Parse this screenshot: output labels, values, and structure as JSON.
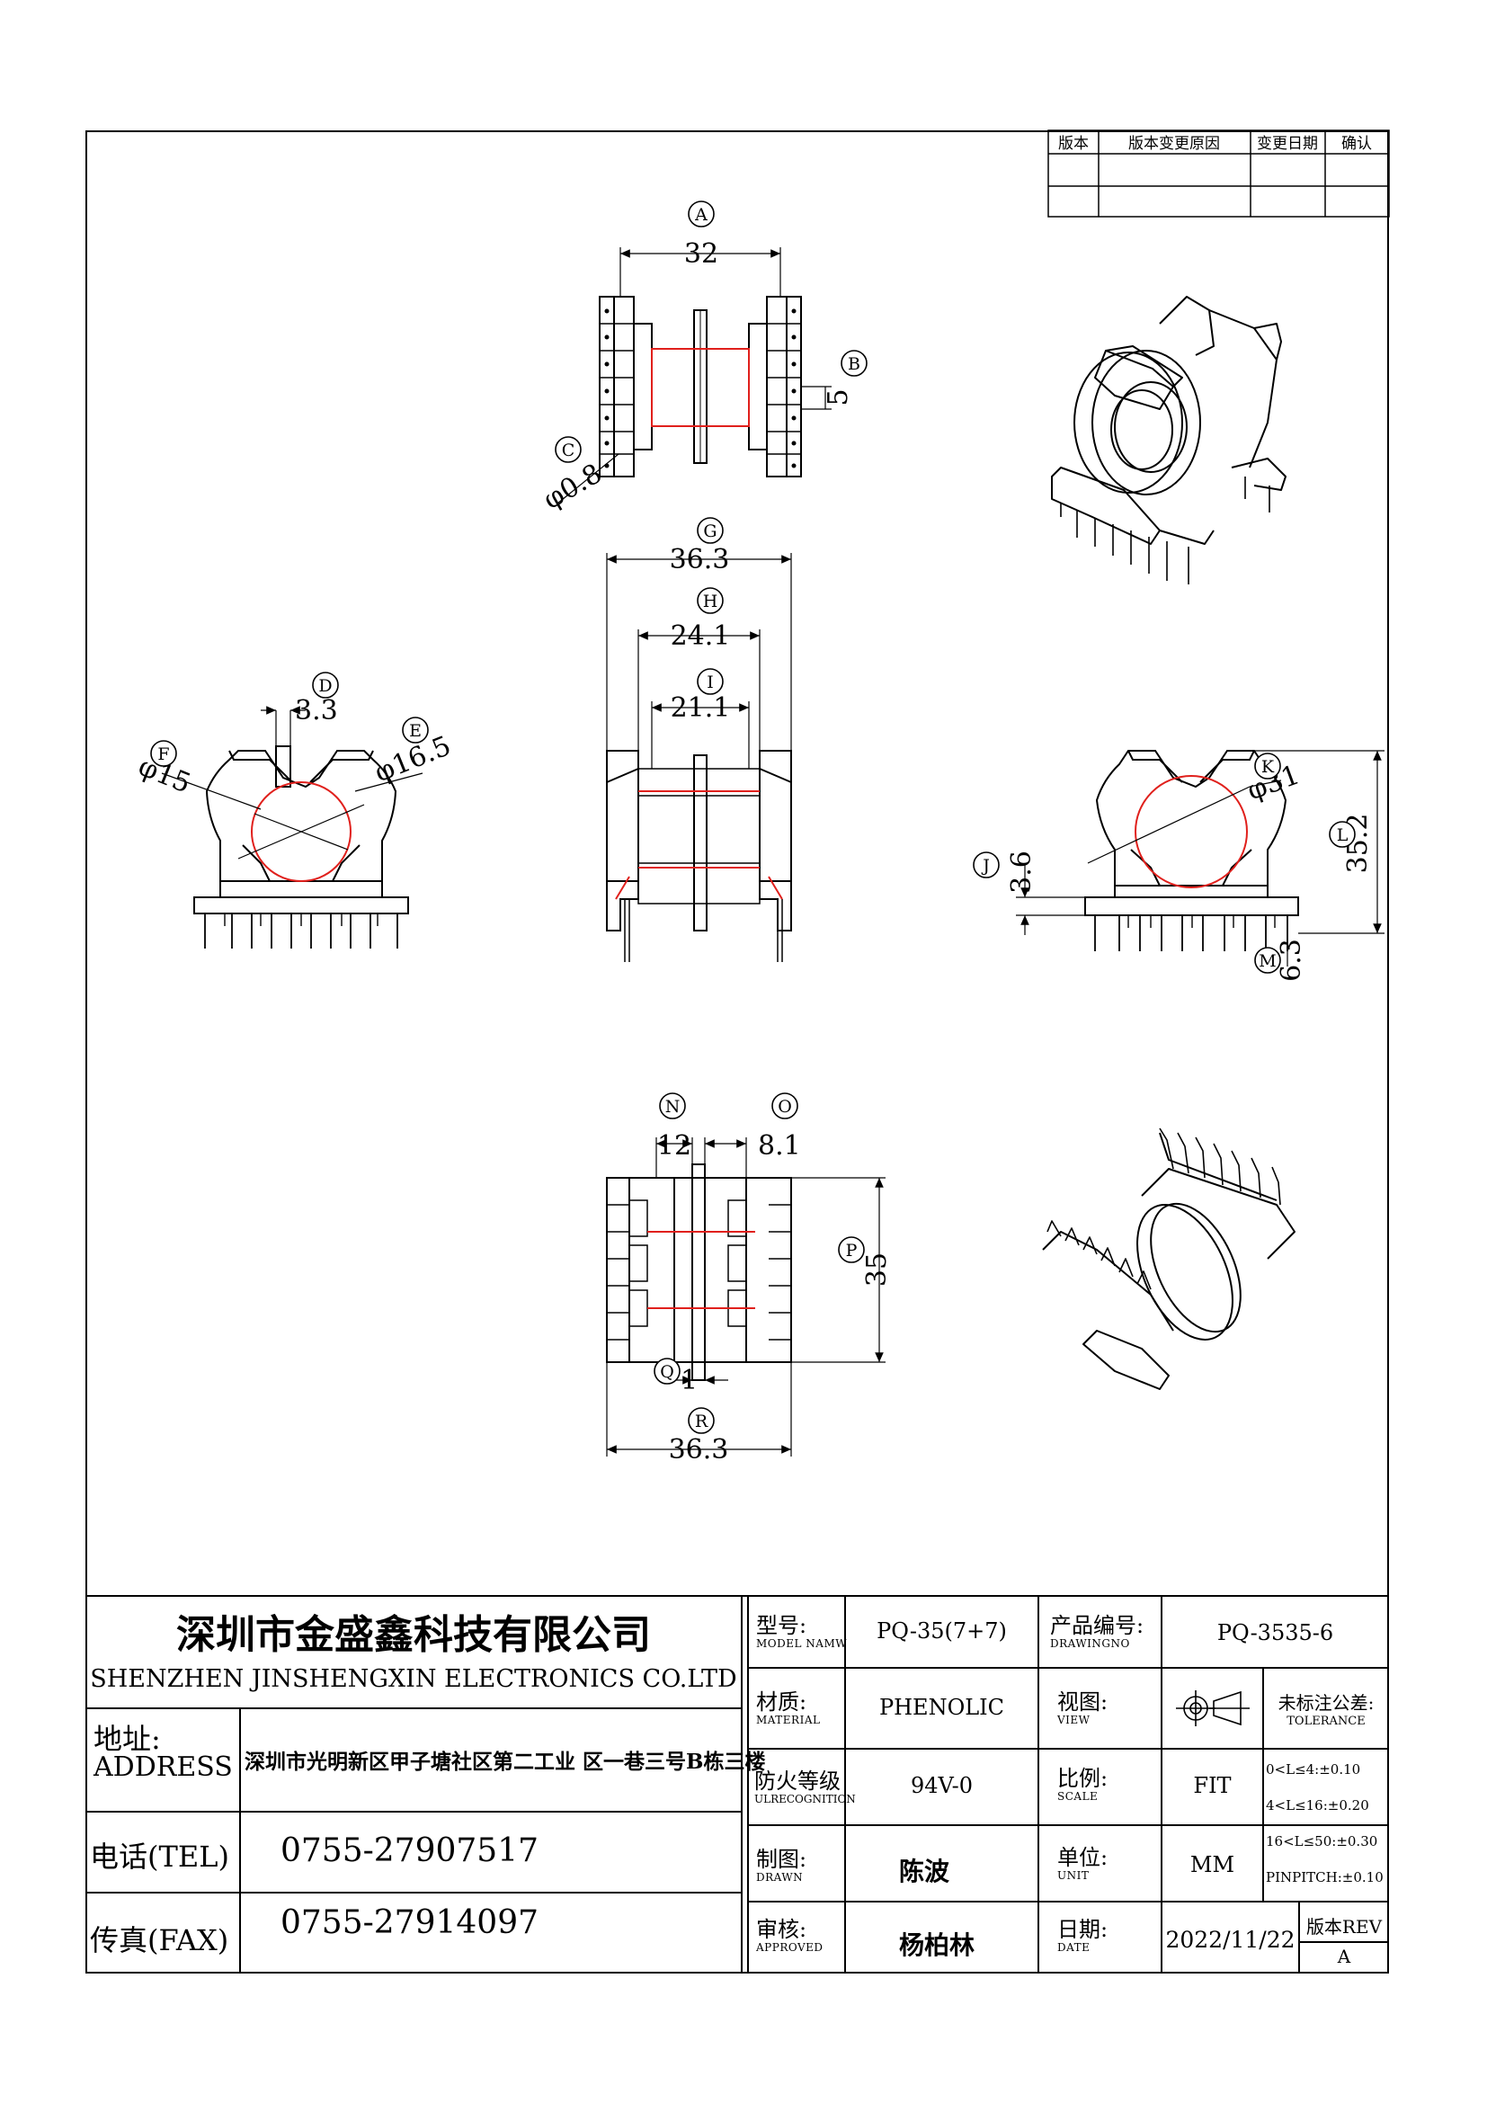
{
  "revision_table": {
    "headers": [
      "版本",
      "版本变更原因",
      "变更日期",
      "确认"
    ],
    "rows": [
      [
        "",
        "",
        "",
        ""
      ],
      [
        "",
        "",
        "",
        ""
      ]
    ]
  },
  "views": {
    "top": {
      "dims": {
        "A_value": "32",
        "B_value": "5",
        "C_value": "φ0.8"
      }
    },
    "side": {
      "dims": {
        "G_value": "36.3",
        "H_value": "24.1",
        "I_value": "21.1"
      }
    },
    "front_left": {
      "dims": {
        "D_value": "3.3",
        "E_value": "φ16.5",
        "F_value": "φ15"
      }
    },
    "front_right": {
      "dims": {
        "K_value": "φ31",
        "L_value": "35.2",
        "J_value": "3.6",
        "M_value": "6.3"
      }
    },
    "bottom": {
      "dims": {
        "N_value": "12",
        "O_value": "8.1",
        "P_value": "35",
        "Q_value": "1",
        "R_value": "36.3"
      }
    }
  },
  "bubbles": [
    "A",
    "B",
    "C",
    "D",
    "E",
    "F",
    "G",
    "H",
    "I",
    "J",
    "K",
    "L",
    "M",
    "N",
    "O",
    "P",
    "Q",
    "R"
  ],
  "title_block": {
    "company_cn": "深圳市金盛鑫科技有限公司",
    "company_en": "SHENZHEN JINSHENGXIN ELECTRONICS CO.LTD",
    "address_label_cn": "地址:",
    "address_label_en": "ADDRESS",
    "address_value": "深圳市光明新区甲子塘社区第二工业 区一巷三号B栋三楼",
    "tel_label": "电话(TEL)",
    "tel_value": "0755-27907517",
    "fax_label": "传真(FAX)",
    "fax_value": "0755-27914097",
    "model_label_cn": "型号:",
    "model_label_en": "MODEL NAMW",
    "model_value": "PQ-35(7+7)",
    "part_label_cn": "产品编号:",
    "part_label_en": "DRAWINGNO",
    "part_value": "PQ-3535-6",
    "material_label_cn": "材质:",
    "material_label_en": "MATERIAL",
    "material_value": "PHENOLIC",
    "view_label_cn": "视图:",
    "view_label_en": "VIEW",
    "tolerance_label_cn": "未标注公差:",
    "tolerance_label_en": "TOLERANCE",
    "fire_label_cn": "防火等级",
    "fire_label_en": "ULRECOGNITION",
    "fire_value": "94V-0",
    "scale_label_cn": "比例:",
    "scale_label_en": "SCALE",
    "scale_value": "FIT",
    "tolerance_rows": [
      "0<L≤4:±0.10",
      "4<L≤16:±0.20",
      "16<L≤50:±0.30",
      "PINPITCH:±0.10"
    ],
    "drawn_label_cn": "制图:",
    "drawn_label_en": "DRAWN",
    "drawn_value": "陈波",
    "unit_label_cn": "单位:",
    "unit_label_en": "UNIT",
    "unit_value": "MM",
    "approved_label_cn": "审核:",
    "approved_label_en": "APPROVED",
    "approved_value": "杨柏林",
    "date_label_cn": "日期:",
    "date_label_en": "DATE",
    "date_value": "2022/11/22",
    "rev_label": "版本REV",
    "rev_value": "A"
  },
  "colors": {
    "line": "#000000",
    "winding": "#e0201c"
  }
}
